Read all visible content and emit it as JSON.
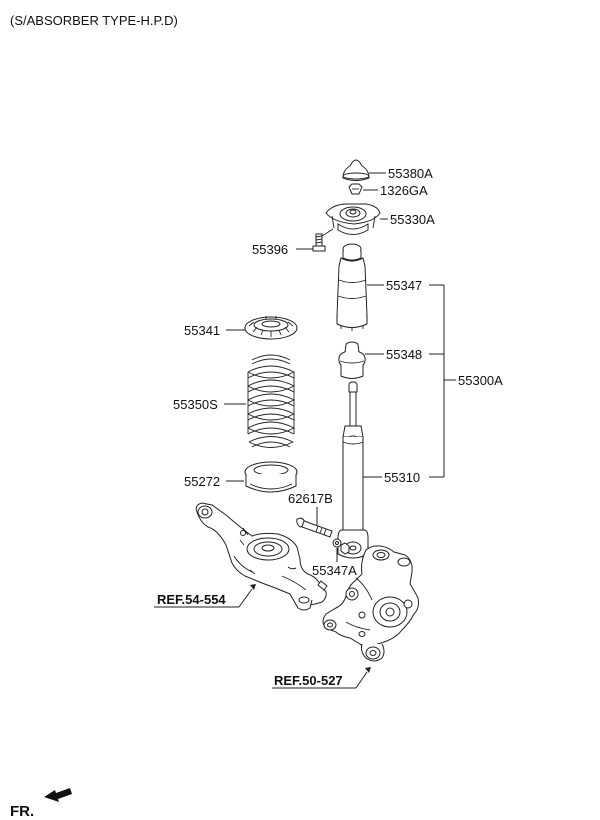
{
  "title": "(S/ABSORBER TYPE-H.P.D)",
  "parts": {
    "p55380A": "55380A",
    "p1326GA": "1326GA",
    "p55330A": "55330A",
    "p55396": "55396",
    "p55347": "55347",
    "p55341": "55341",
    "p55348": "55348",
    "p55300A": "55300A",
    "p55350S": "55350S",
    "p55272": "55272",
    "p55310": "55310",
    "p62617B": "62617B",
    "p55347A": "55347A"
  },
  "references": {
    "ref1": "REF.54-554",
    "ref2": "REF.50-527"
  },
  "direction_label": "FR.",
  "icons": [
    "front-arrow-icon"
  ]
}
